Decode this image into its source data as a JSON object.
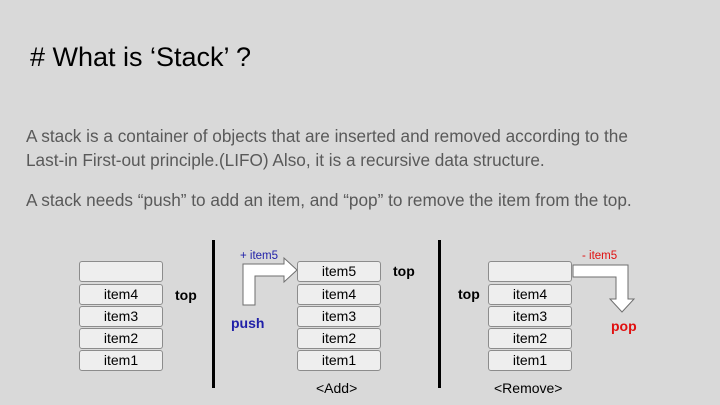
{
  "slide": {
    "title": "# What is ‘Stack’ ?",
    "paragraph1_line1": "A stack is a container of objects that are inserted and removed according to the",
    "paragraph1_line2": "Last-in First-out principle.(LIFO) Also, it is a recursive data structure.",
    "paragraph2": "A stack needs “push” to add an item, and “pop” to remove the item from the top."
  },
  "diagram": {
    "stack_initial": {
      "items": [
        "",
        "item4",
        "item3",
        "item2",
        "item1"
      ],
      "top_label": "top"
    },
    "stack_add": {
      "items": [
        "item5",
        "item4",
        "item3",
        "item2",
        "item1"
      ],
      "top_label": "top",
      "annotation": "+ item5",
      "operation": "push",
      "caption": "<Add>"
    },
    "stack_remove": {
      "items": [
        "",
        "item4",
        "item3",
        "item2",
        "item1"
      ],
      "top_label": "top",
      "annotation": "- item5",
      "operation": "pop",
      "caption": "<Remove>"
    },
    "colors": {
      "push": "#1f1fa8",
      "pop": "#e01010",
      "box_fill": "#eeeeee",
      "box_border": "#8c8c8c",
      "text_gray": "#595959",
      "background": "#d9d9d9"
    }
  }
}
